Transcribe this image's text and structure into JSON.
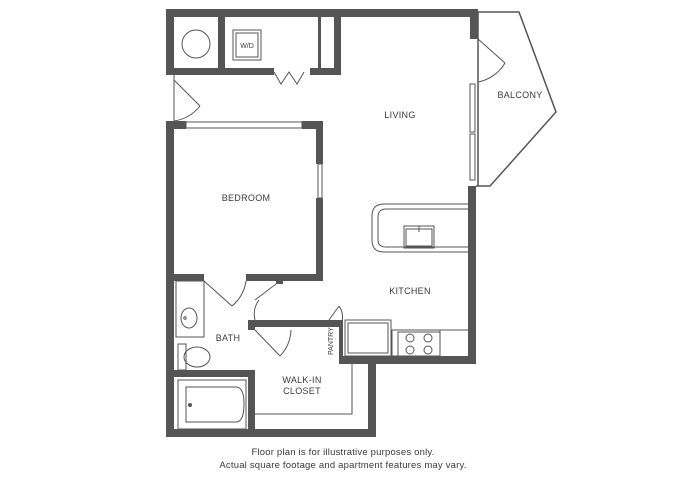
{
  "rooms": {
    "living": "LIVING",
    "balcony": "BALCONY",
    "bedroom": "BEDROOM",
    "kitchen": "KITCHEN",
    "bath": "BATH",
    "walkin_line1": "WALK-IN",
    "walkin_line2": "CLOSET",
    "pantry": "PANTRY",
    "washer_dryer": "W/D"
  },
  "disclaimer": {
    "line1": "Floor plan is for illustrative purposes only.",
    "line2": "Actual square footage and apartment features may vary."
  },
  "colors": {
    "wall": "#555555",
    "fixture": "#555555",
    "text": "#3a3a3a"
  }
}
